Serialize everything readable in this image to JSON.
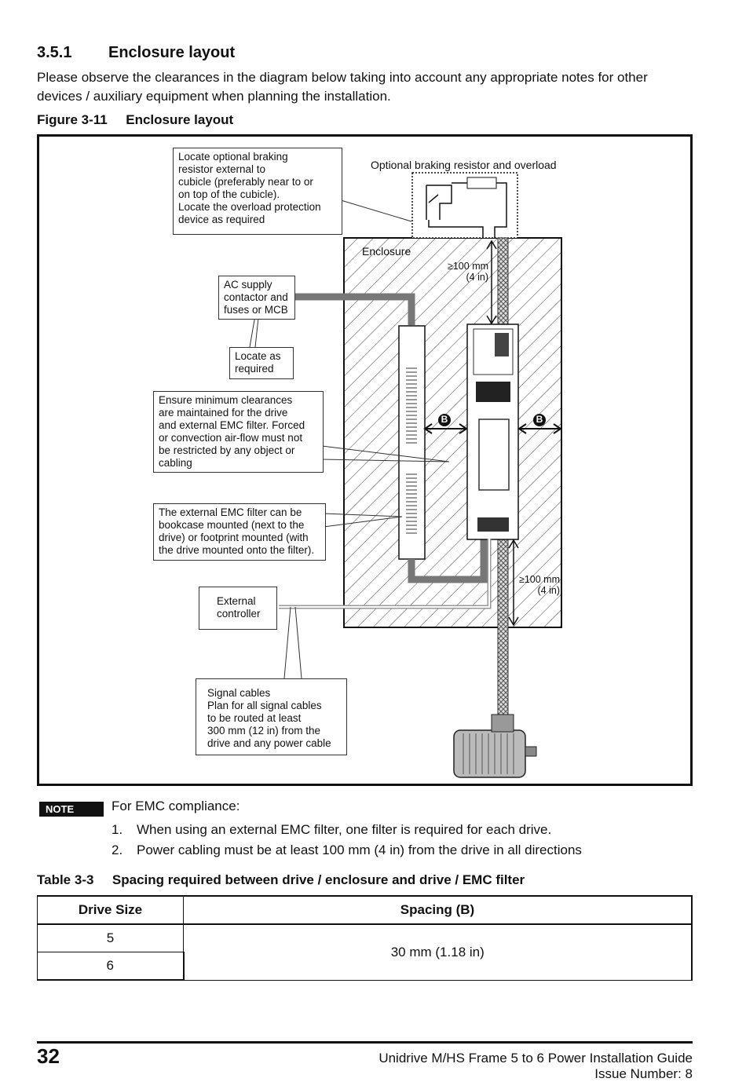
{
  "section": {
    "number": "3.5.1",
    "title": "Enclosure layout"
  },
  "intro": "Please observe the clearances in the diagram below taking into account any appropriate notes for other devices / auxiliary equipment when planning the installation.",
  "figure": {
    "label": "Figure 3-11",
    "title": "Enclosure layout",
    "callouts": {
      "braking": "Locate optional braking\nresistor external to\ncubicle (preferably near to or\non top of the cubicle).\nLocate the overload protection\n device as required",
      "braking_label": "Optional braking resistor and overload",
      "enclosure": "Enclosure",
      "clear_top": "≥100 mm",
      "clear_top_in": "(4 in)",
      "ac_supply": "AC supply\ncontactor and\nfuses or MCB",
      "locate": "Locate as\nrequired",
      "clearances": "Ensure minimum clearances\nare maintained for the drive\nand external EMC filter. Forced\nor convection air-flow must not\nbe restricted by any object or\ncabling",
      "emc_filter": "The external EMC filter can be\nbookcase mounted (next to the\ndrive) or footprint mounted (with\nthe drive mounted onto the filter).",
      "clear_bottom": "≥100 mm",
      "clear_bottom_in": "(4 in)",
      "controller": "External\ncontroller",
      "signal": "Signal cables\nPlan for all signal cables\nto be routed at least\n300 mm (12 in) from the\ndrive and any power cable",
      "b_marker": "B"
    }
  },
  "note": {
    "badge": "NOTE",
    "intro": "For EMC compliance:",
    "items": [
      {
        "num": "1.",
        "text": "When using an external EMC filter, one filter is required for each drive."
      },
      {
        "num": "2.",
        "text": "Power cabling must be at least 100 mm (4 in) from the drive in all directions"
      }
    ]
  },
  "table": {
    "label": "Table  3-3",
    "title": "Spacing required between drive / enclosure and drive / EMC filter",
    "headers": [
      "Drive Size",
      "Spacing (B)"
    ],
    "rows": [
      "5",
      "6"
    ],
    "spacing_value": "30 mm (1.18 in)"
  },
  "footer": {
    "page": "32",
    "title": "Unidrive M/HS Frame 5 to 6 Power Installation Guide",
    "issue": "Issue Number: 8"
  }
}
